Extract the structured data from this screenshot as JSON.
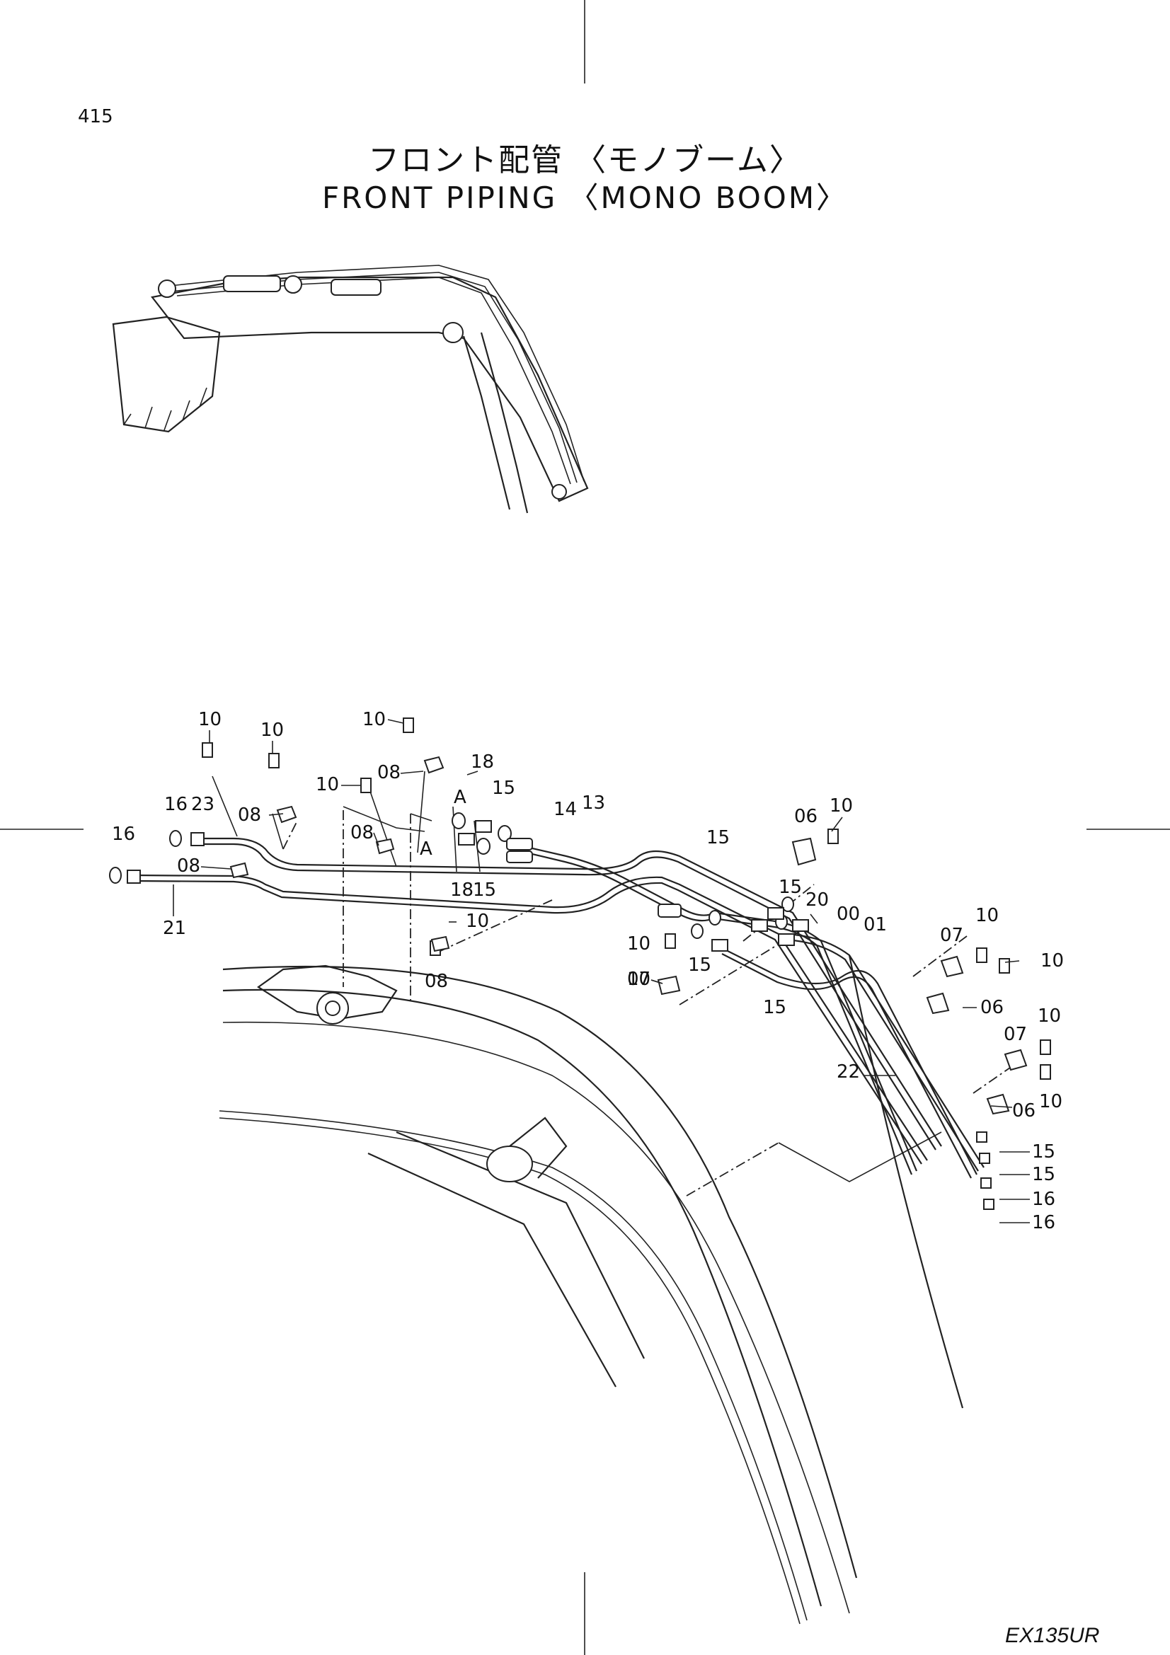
{
  "page": {
    "number": "415",
    "title_jp": "フロント配管 〈モノブーム〉",
    "title_en": "FRONT PIPING 〈MONO BOOM〉",
    "model": "EX135UR"
  },
  "callouts": [
    {
      "id": "c1",
      "label": "10"
    },
    {
      "id": "c2",
      "label": "10"
    },
    {
      "id": "c3",
      "label": "10"
    },
    {
      "id": "c4",
      "label": "08"
    },
    {
      "id": "c5",
      "label": "18"
    },
    {
      "id": "c6",
      "label": "10"
    },
    {
      "id": "c7",
      "label": "A"
    },
    {
      "id": "c8",
      "label": "15"
    },
    {
      "id": "c9",
      "label": "14"
    },
    {
      "id": "c10",
      "label": "13"
    },
    {
      "id": "c11",
      "label": "16"
    },
    {
      "id": "c12",
      "label": "23"
    },
    {
      "id": "c13",
      "label": "08"
    },
    {
      "id": "c14",
      "label": "08"
    },
    {
      "id": "c15",
      "label": "A"
    },
    {
      "id": "c16",
      "label": "16"
    },
    {
      "id": "c17",
      "label": "08"
    },
    {
      "id": "c18",
      "label": "18"
    },
    {
      "id": "c19",
      "label": "15"
    },
    {
      "id": "c20",
      "label": "21"
    },
    {
      "id": "c21",
      "label": "06"
    },
    {
      "id": "c22",
      "label": "10"
    },
    {
      "id": "c23",
      "label": "15"
    },
    {
      "id": "c24",
      "label": "15"
    },
    {
      "id": "c25",
      "label": "20"
    },
    {
      "id": "c26",
      "label": "00"
    },
    {
      "id": "c27",
      "label": "01"
    },
    {
      "id": "c28",
      "label": "10"
    },
    {
      "id": "c29",
      "label": "10"
    },
    {
      "id": "c30",
      "label": "08"
    },
    {
      "id": "c31",
      "label": "10"
    },
    {
      "id": "c32",
      "label": "15"
    },
    {
      "id": "c33",
      "label": "07"
    },
    {
      "id": "c34",
      "label": "15"
    },
    {
      "id": "c35",
      "label": "07"
    },
    {
      "id": "c36",
      "label": "10"
    },
    {
      "id": "c37",
      "label": "10"
    },
    {
      "id": "c38",
      "label": "06"
    },
    {
      "id": "c39",
      "label": "07"
    },
    {
      "id": "c40",
      "label": "10"
    },
    {
      "id": "c41",
      "label": "22"
    },
    {
      "id": "c42",
      "label": "10"
    },
    {
      "id": "c43",
      "label": "06"
    },
    {
      "id": "c44",
      "label": "15"
    },
    {
      "id": "c45",
      "label": "15"
    },
    {
      "id": "c46",
      "label": "16"
    },
    {
      "id": "c47",
      "label": "16"
    }
  ]
}
